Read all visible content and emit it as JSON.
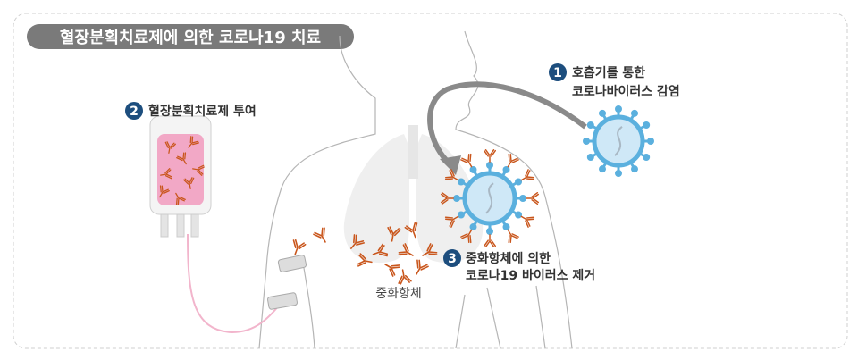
{
  "title": "혈장분획치료제에 의한 코로나19 치료",
  "steps": [
    {
      "number": "1",
      "lines": [
        "호흡기를 통한",
        "코로나바이러스 감염"
      ]
    },
    {
      "number": "2",
      "lines": [
        "혈장분획치료제 투여"
      ]
    },
    {
      "number": "3",
      "lines": [
        "중화항체에 의한",
        "코로나19 바이러스 제거"
      ]
    }
  ],
  "antibody_label": "중화항체",
  "colors": {
    "title_bg": "#7a7a7a",
    "step_badge": "#1d4e7e",
    "antibody": "#c9561c",
    "virus": "#5bb0de",
    "virus_core": "#cfe8f7",
    "bag": "#f2a8c6",
    "arrow": "#8a8a8a",
    "lungs": "#eeeeee"
  }
}
